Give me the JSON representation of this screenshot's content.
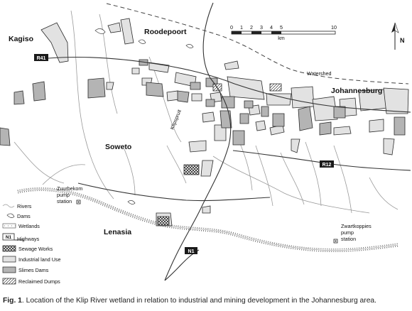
{
  "places": {
    "kagiso": "Kagiso",
    "roodepoort": "Roodepoort",
    "johannesburg": "Johannesburg",
    "soweto": "Soweto",
    "lenasia": "Lenasia"
  },
  "features": {
    "watershed": "Watershed",
    "klipspruit": "Klipspruit",
    "zuurbekom_line1": "Zuurbekom",
    "zuurbekom_line2": "pump",
    "zuurbekom_line3": "station",
    "zwartkoppies_line1": "Zwartkoppies",
    "zwartkoppies_line2": "pump",
    "zwartkoppies_line3": "station"
  },
  "roads": {
    "r41": "R41",
    "r12": "R12",
    "n1": "N1"
  },
  "scale": {
    "ticks": [
      "0",
      "1",
      "2",
      "3",
      "4",
      "5",
      "10"
    ],
    "unit": "km"
  },
  "north": "N",
  "legend": {
    "rivers": "Rivers",
    "dams": "Dams",
    "wetlands": "Wetlands",
    "n1_badge": "N1",
    "highways": "Highways",
    "sewage": "Sewage Works",
    "industrial": "Industrial land Use",
    "slimes": "Slimes Dams",
    "reclaimed": "Reclaimed Dumps"
  },
  "colors": {
    "industrial": "#e2e2e2",
    "slimes": "#b4b4b4",
    "outline": "#2a2a2a",
    "river": "#9a9a9a"
  },
  "caption": {
    "label": "Fig. 1",
    "text": ". Location of the Klip River wetland in relation to industrial and mining development in the Johannesburg area."
  }
}
